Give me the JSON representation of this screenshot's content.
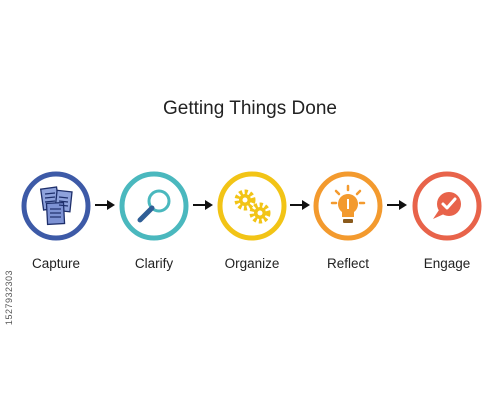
{
  "title": "Getting Things Done",
  "steps": [
    {
      "label": "Capture",
      "color": "#3d5aa7",
      "icon": "documents-icon"
    },
    {
      "label": "Clarify",
      "color": "#4ab8be",
      "icon": "magnifier-icon"
    },
    {
      "label": "Organize",
      "color": "#f2c416",
      "icon": "gears-icon"
    },
    {
      "label": "Reflect",
      "color": "#f39a2e",
      "icon": "lightbulb-icon"
    },
    {
      "label": "Engage",
      "color": "#e8634a",
      "icon": "checkmark-chat-icon"
    }
  ],
  "arrow_color": "#111111",
  "stock_id": "1527932303"
}
